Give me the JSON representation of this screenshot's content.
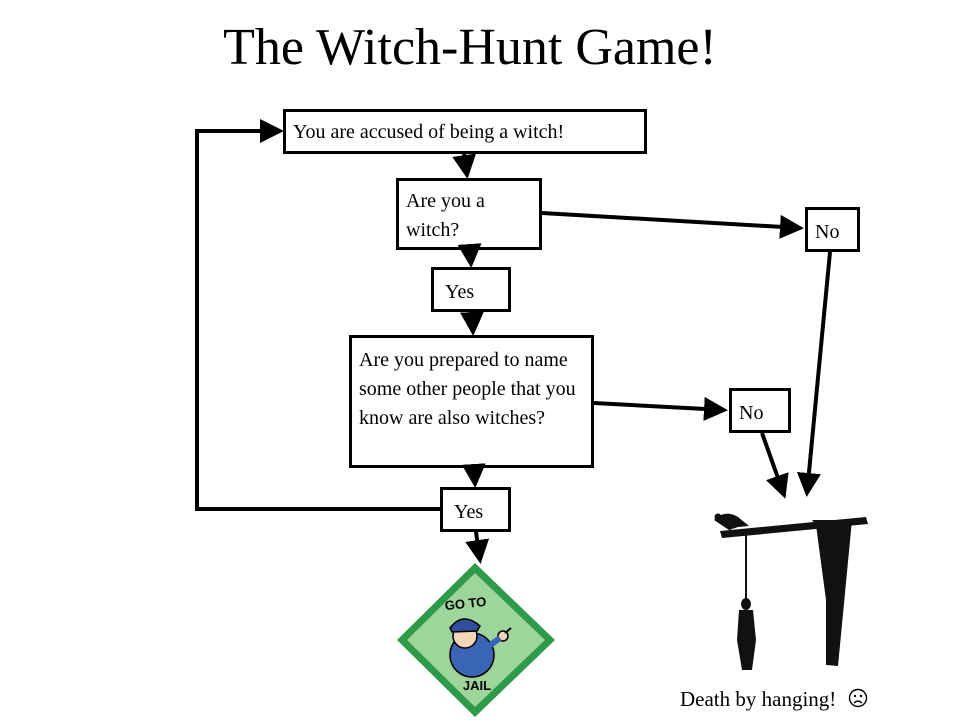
{
  "title": "The Witch-Hunt Game!",
  "nodes": {
    "accused": "You are accused of being a witch!",
    "are_you_witch": "Are you a witch?",
    "yes_1": "Yes",
    "no_1": "No",
    "name_others": "Are you prepared to name some other people that you know are also witches?",
    "no_2": "No",
    "yes_2": "Yes"
  },
  "jail_card": {
    "line1": "GO TO",
    "line2": "JAIL"
  },
  "caption": "Death by hanging!",
  "caption_icon": "frown-face-icon"
}
